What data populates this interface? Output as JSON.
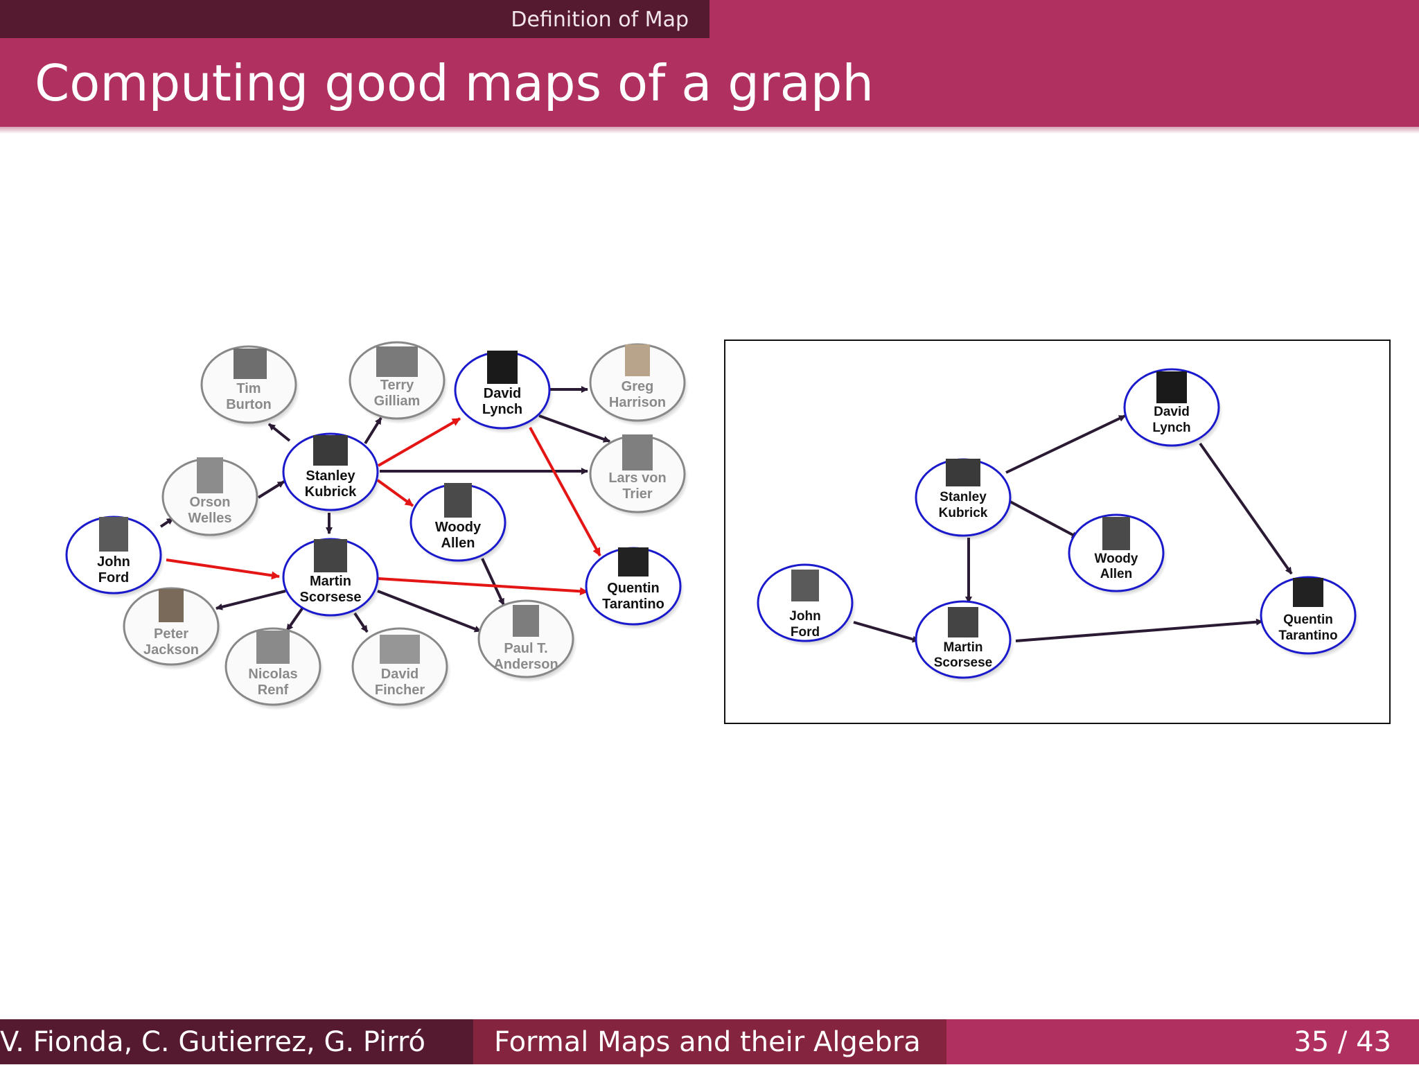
{
  "header": {
    "section": "Definition of Map",
    "title": "Computing good maps of a graph"
  },
  "footer": {
    "authors": "V. Fionda, C. Gutierrez, G. Pirró",
    "talk_title": "Formal Maps and their Algebra",
    "page": "35 / 43"
  },
  "colors": {
    "accent": "#b0305f",
    "dark": "#551a30",
    "mid": "#84243f",
    "highlight_edge": "#e41515",
    "node_border": "#1a1acc",
    "edge": "#2a1a33"
  },
  "left_graph": {
    "nodes": {
      "tim_burton": [
        "Tim",
        "Burton"
      ],
      "terry_gilliam": [
        "Terry",
        "Gilliam"
      ],
      "david_lynch": [
        "David",
        "Lynch"
      ],
      "greg_harrison": [
        "Greg",
        "Harrison"
      ],
      "orson_welles": [
        "Orson",
        "Welles"
      ],
      "stanley_kubrick": [
        "Stanley",
        "Kubrick"
      ],
      "lars_von_trier": [
        "Lars von",
        "Trier"
      ],
      "woody_allen": [
        "Woody",
        "Allen"
      ],
      "john_ford": [
        "John",
        "Ford"
      ],
      "martin_scorsese": [
        "Martin",
        "Scorsese"
      ],
      "quentin_tarantino": [
        "Quentin",
        "Tarantino"
      ],
      "peter_jackson": [
        "Peter",
        "Jackson"
      ],
      "nicolas_renf": [
        "Nicolas",
        "Renf"
      ],
      "david_fincher": [
        "David",
        "Fincher"
      ],
      "paul_anderson": [
        "Paul T.",
        "Anderson"
      ]
    }
  },
  "right_graph": {
    "nodes": {
      "david_lynch": [
        "David",
        "Lynch"
      ],
      "stanley_kubrick": [
        "Stanley",
        "Kubrick"
      ],
      "woody_allen": [
        "Woody",
        "Allen"
      ],
      "john_ford": [
        "John",
        "Ford"
      ],
      "martin_scorsese": [
        "Martin",
        "Scorsese"
      ],
      "quentin_tarantino": [
        "Quentin",
        "Tarantino"
      ]
    }
  }
}
